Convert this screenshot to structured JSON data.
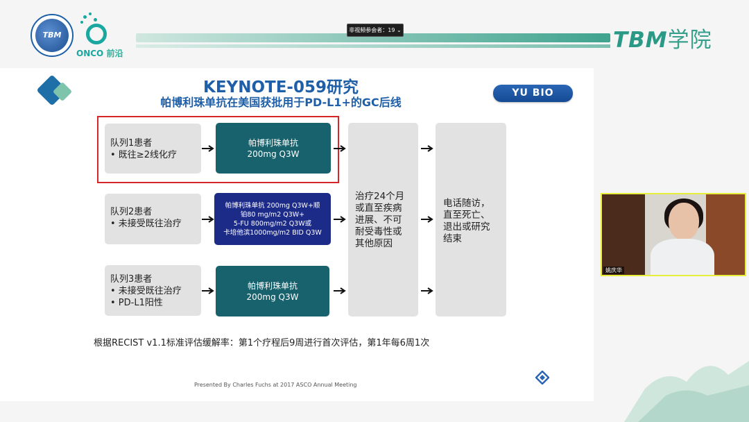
{
  "header": {
    "org_logo_text": "TBM",
    "partner_logo_text": "ONCO",
    "partner_logo_cn": "前沿",
    "brand_latin": "TBM",
    "brand_cn": "学院",
    "viewer_count_label": "非视频参会者：19 ⌄"
  },
  "slide": {
    "title": "KEYNOTE-059研究",
    "subtitle": "帕博利珠单抗在美国获批用于PD-L1+的GC后线",
    "sponsor": "YU BIO",
    "cohorts": [
      {
        "label_lines": [
          "队列1患者",
          "• 既往≥2线化疗"
        ],
        "treatment_lines": [
          "帕博利珠单抗",
          "200mg Q3W"
        ]
      },
      {
        "label_lines": [
          "队列2患者",
          "• 未接受既往治疗"
        ],
        "treatment_lines": [
          "帕博利珠单抗 200mg Q3W+顺",
          "铂80 mg/m2 Q3W+",
          "5-FU 800mg/m2 Q3W或",
          "卡培他滨1000mg/m2 BID Q3W"
        ]
      },
      {
        "label_lines": [
          "队列3患者",
          "• 未接受既往治疗",
          "• PD-L1阳性"
        ],
        "treatment_lines": [
          "帕博利珠单抗",
          "200mg Q3W"
        ]
      }
    ],
    "treatment_duration_lines": [
      "治疗24个月",
      "或直至疾病",
      "进展、不可",
      "耐受毒性或",
      "其他原因"
    ],
    "followup_lines": [
      "电话随访，",
      "直至死亡、",
      "退出或研究",
      "结束"
    ],
    "footnote": "根据RECIST v1.1标准评估缓解率：第1个疗程后9周进行首次评估，第1年每6周1次",
    "presented_by": "Presented By Charles Fuchs at 2017 ASCO Annual Meeting"
  },
  "video": {
    "participant_name": "姚庆华"
  },
  "colors": {
    "title_blue": "#1e5fa8",
    "teal_box": "#18626d",
    "navy_box": "#1c2a88",
    "highlight_red": "#d6262a",
    "brand_green": "#2a9a86",
    "video_border": "#e8ef3a"
  }
}
